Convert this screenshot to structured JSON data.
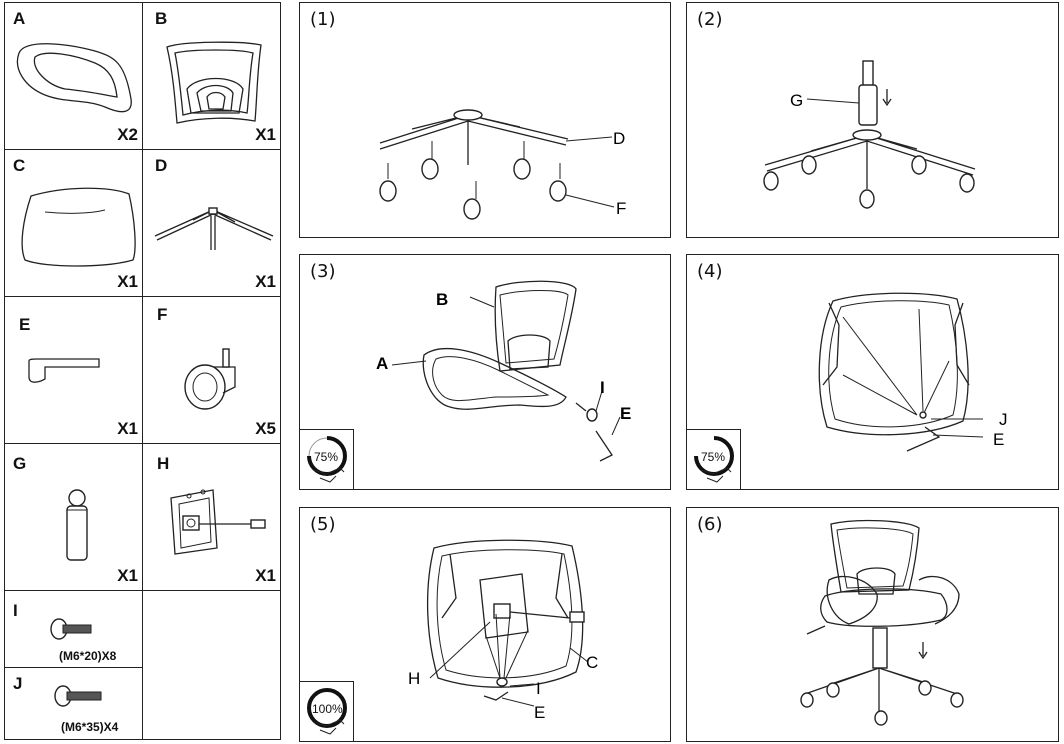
{
  "parts": [
    {
      "id": "A",
      "qty": "X2"
    },
    {
      "id": "B",
      "qty": "X1"
    },
    {
      "id": "C",
      "qty": "X1"
    },
    {
      "id": "D",
      "qty": "X1"
    },
    {
      "id": "E",
      "qty": "X1"
    },
    {
      "id": "F",
      "qty": "X5"
    },
    {
      "id": "G",
      "qty": "X1"
    },
    {
      "id": "H",
      "qty": "X1"
    },
    {
      "id": "I",
      "spec": "(M6*20)X8"
    },
    {
      "id": "J",
      "spec": "(M6*35)X4"
    }
  ],
  "steps": [
    {
      "num": "(1)",
      "callouts": [
        "D",
        "F"
      ]
    },
    {
      "num": "(2)",
      "callouts": [
        "G"
      ]
    },
    {
      "num": "(3)",
      "callouts": [
        "B",
        "A",
        "I",
        "E"
      ],
      "torque": "75%"
    },
    {
      "num": "(4)",
      "callouts": [
        "J",
        "E"
      ],
      "torque": "75%"
    },
    {
      "num": "(5)",
      "callouts": [
        "C",
        "H",
        "I",
        "E"
      ],
      "torque": "100%"
    },
    {
      "num": "(6)",
      "callouts": []
    }
  ]
}
